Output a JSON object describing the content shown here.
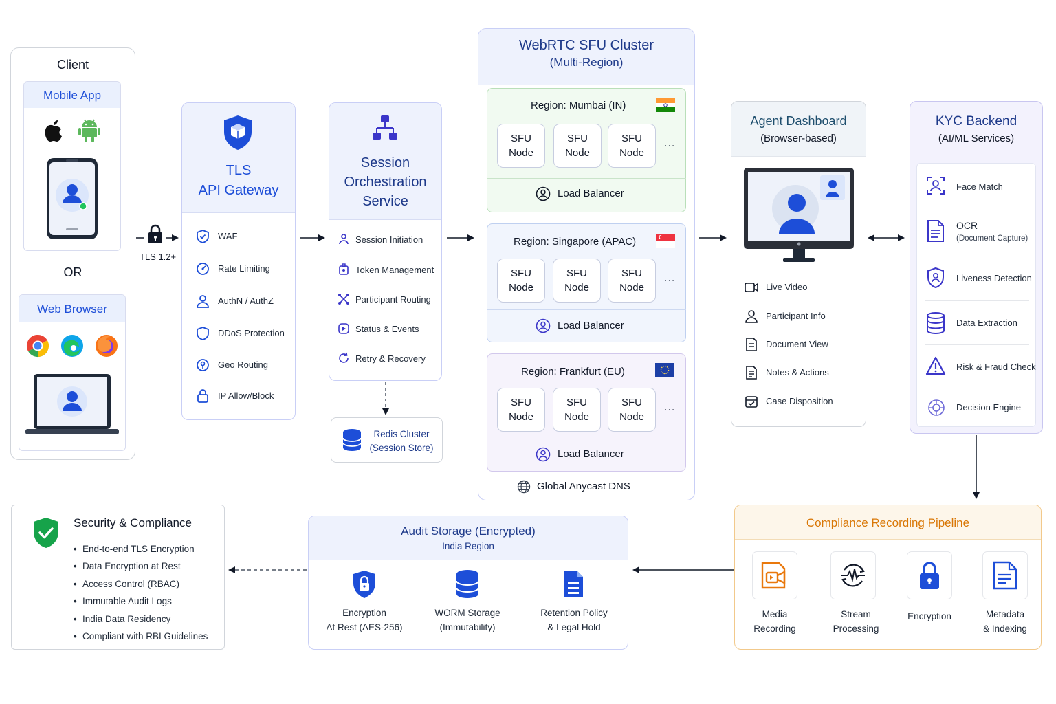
{
  "client": {
    "title": "Client",
    "mobile_app": "Mobile App",
    "or": "OR",
    "web_browser": "Web Browser"
  },
  "tls_link": {
    "label": "TLS 1.2+"
  },
  "gateway": {
    "title_line1": "TLS",
    "title_line2": "API Gateway",
    "items": [
      "WAF",
      "Rate Limiting",
      "AuthN / AuthZ",
      "DDoS Protection",
      "Geo Routing",
      "IP Allow/Block"
    ]
  },
  "orchestration": {
    "title_line1": "Session",
    "title_line2": "Orchestration",
    "title_line3": "Service",
    "items": [
      "Session Initiation",
      "Token Management",
      "Participant Routing",
      "Status & Events",
      "Retry & Recovery"
    ]
  },
  "redis": {
    "line1": "Redis Cluster",
    "line2": "(Session Store)"
  },
  "sfu_cluster": {
    "title_line1": "WebRTC SFU Cluster",
    "title_line2": "(Multi-Region)",
    "regions": [
      {
        "title": "Region: Mumbai (IN)",
        "node_line1": "SFU",
        "node_line2": "Node",
        "more": "...",
        "lb": "Load Balancer",
        "bg": "#f1faf1",
        "border": "#b9dfb9"
      },
      {
        "title": "Region: Singapore (APAC)",
        "node_line1": "SFU",
        "node_line2": "Node",
        "more": "...",
        "lb": "Load Balancer",
        "bg": "#f1f5fd",
        "border": "#bfd0f0"
      },
      {
        "title": "Region: Frankfurt (EU)",
        "node_line1": "SFU",
        "node_line2": "Node",
        "more": "...",
        "lb": "Load Balancer",
        "bg": "#f6f3fc",
        "border": "#d2c8ec"
      }
    ],
    "dns": "Global Anycast DNS"
  },
  "agent": {
    "title": "Agent Dashboard",
    "subtitle": "(Browser-based)",
    "items": [
      "Live Video",
      "Participant Info",
      "Document View",
      "Notes & Actions",
      "Case Disposition"
    ]
  },
  "kyc": {
    "title": "KYC Backend",
    "subtitle": "(AI/ML Services)",
    "items": [
      {
        "label": "Face Match",
        "sub": ""
      },
      {
        "label": "OCR",
        "sub": "(Document Capture)"
      },
      {
        "label": "Liveness Detection",
        "sub": ""
      },
      {
        "label": "Data Extraction",
        "sub": ""
      },
      {
        "label": "Risk & Fraud Check",
        "sub": ""
      },
      {
        "label": "Decision Engine",
        "sub": ""
      }
    ]
  },
  "security": {
    "title": "Security & Compliance",
    "items": [
      "End-to-end TLS Encryption",
      "Data Encryption at Rest",
      "Access Control (RBAC)",
      "Immutable Audit Logs",
      "India Data Residency",
      "Compliant with RBI Guidelines"
    ]
  },
  "audit": {
    "title": "Audit Storage (Encrypted)",
    "subtitle": "India Region",
    "items": [
      {
        "line1": "Encryption",
        "line2": "At Rest (AES-256)"
      },
      {
        "line1": "WORM Storage",
        "line2": "(Immutability)"
      },
      {
        "line1": "Retention Policy",
        "line2": "& Legal Hold"
      }
    ]
  },
  "pipeline": {
    "title": "Compliance Recording Pipeline",
    "items": [
      {
        "line1": "Media",
        "line2": "Recording"
      },
      {
        "line1": "Stream",
        "line2": "Processing"
      },
      {
        "line1": "Encryption",
        "line2": ""
      },
      {
        "line1": "Metadata",
        "line2": "& Indexing"
      }
    ]
  },
  "colors": {
    "accent_blue": "#1d4ed8",
    "title_blue": "#1e3a8a",
    "orange": "#d97706",
    "green": "#16a34a"
  }
}
